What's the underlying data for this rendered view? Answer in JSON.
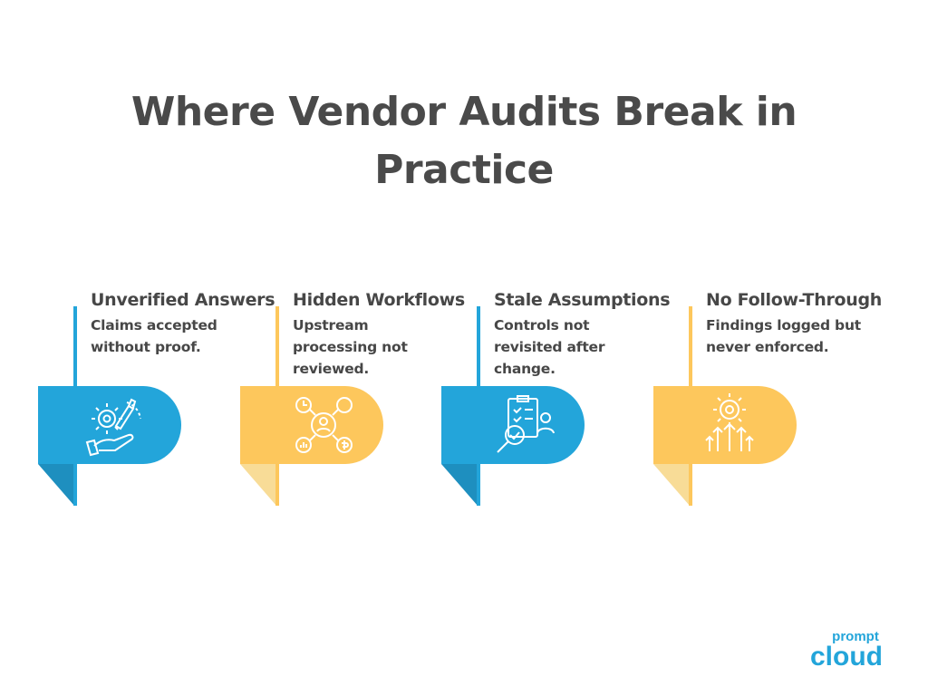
{
  "title": "Where Vendor Audits Break in Practice",
  "colors": {
    "blue": "#23A5DA",
    "yellow": "#FDC75C",
    "text": "#474747"
  },
  "cards": [
    {
      "heading": "Unverified Answers",
      "description": "Claims accepted without proof.",
      "color": "blue",
      "icon": "gear-wrench-hand-icon"
    },
    {
      "heading": "Hidden Workflows",
      "description": "Upstream processing not reviewed.",
      "color": "yellow",
      "icon": "workflow-network-icon"
    },
    {
      "heading": "Stale Assumptions",
      "description": "Controls not revisited after change.",
      "color": "blue",
      "icon": "clipboard-magnifier-icon"
    },
    {
      "heading": "No Follow-Through",
      "description": "Findings logged but never enforced.",
      "color": "yellow",
      "icon": "gear-arrows-up-icon"
    }
  ],
  "logo": {
    "top": "prompt",
    "bottom": "cloud"
  }
}
